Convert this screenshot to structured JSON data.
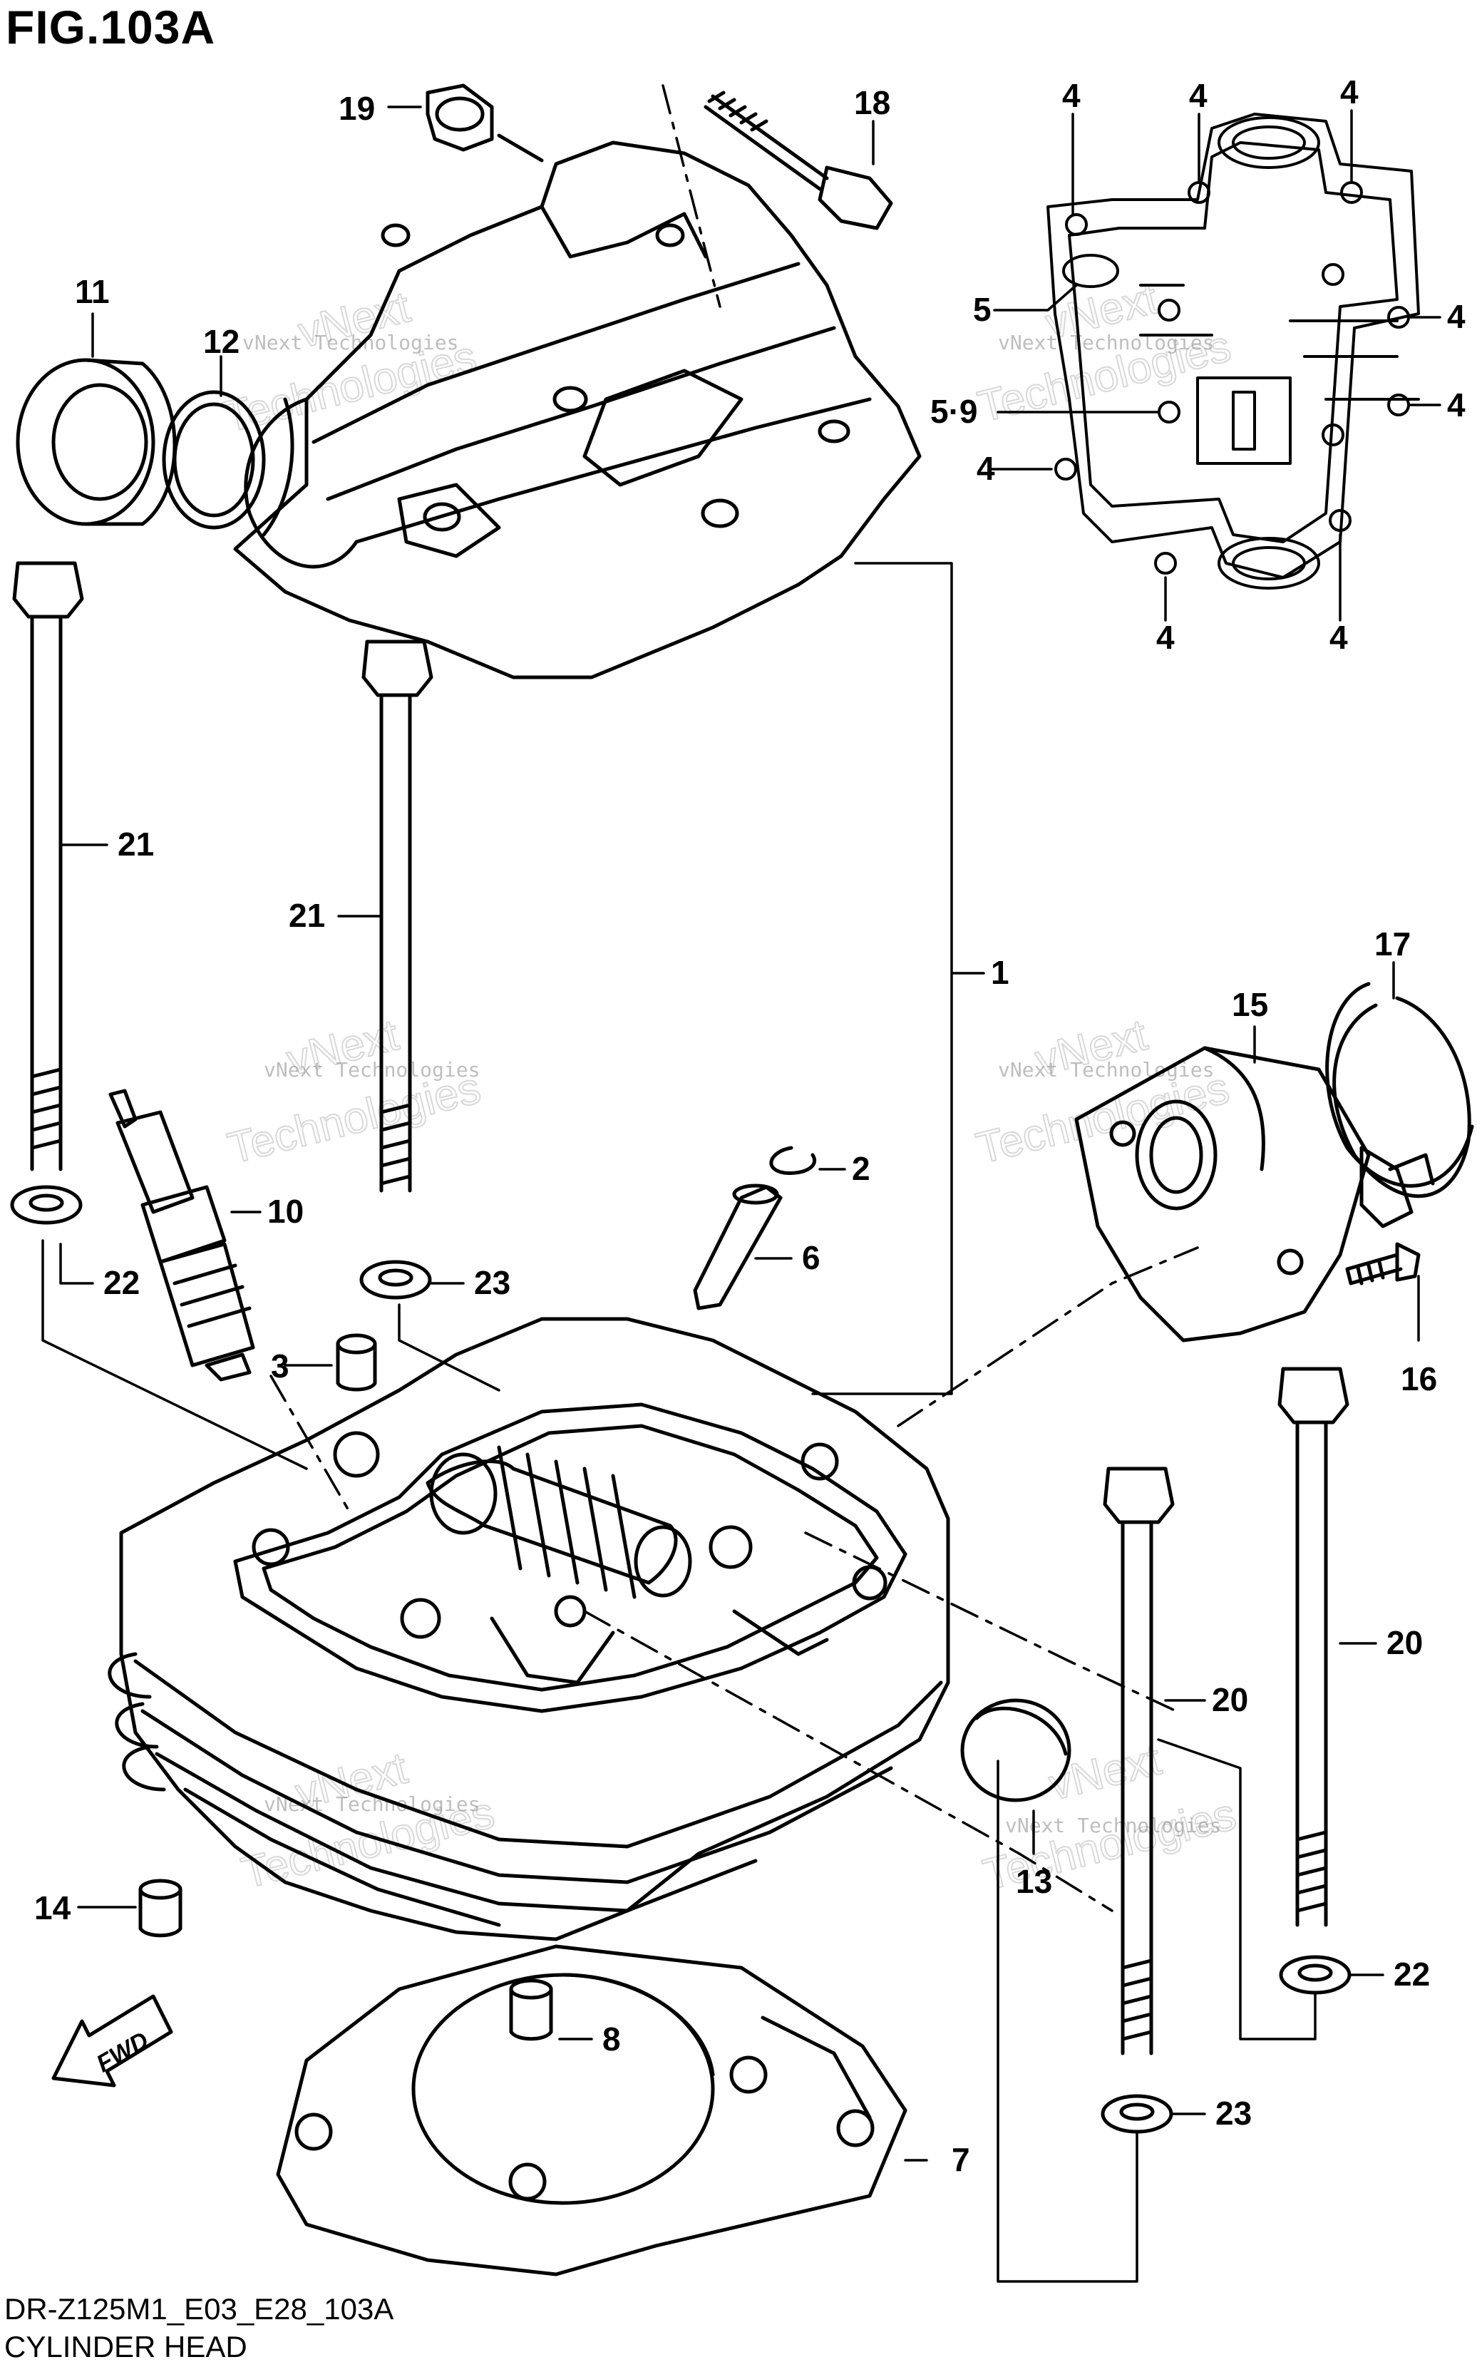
{
  "title": "FIG.103A",
  "footer": {
    "code": "DR-Z125M1_E03_E28_103A",
    "name": "CYLINDER HEAD"
  },
  "watermark": {
    "line1": "vNext Technologies",
    "line2": "vNext",
    "line3": "Technologies"
  },
  "callouts": {
    "c1": "1",
    "c2": "2",
    "c3": "3",
    "c4a": "4",
    "c4b": "4",
    "c4c": "4",
    "c4d": "4",
    "c4e": "4",
    "c4f": "4",
    "c4g": "4",
    "c4h": "4",
    "c5": "5",
    "c59": "5·9",
    "c6": "6",
    "c7": "7",
    "c8": "8",
    "c10": "10",
    "c11": "11",
    "c12": "12",
    "c13": "13",
    "c14": "14",
    "c15": "15",
    "c16": "16",
    "c17": "17",
    "c18": "18",
    "c19": "19",
    "c20a": "20",
    "c20b": "20",
    "c21a": "21",
    "c21b": "21",
    "c22a": "22",
    "c22b": "22",
    "c23a": "23",
    "c23b": "23"
  },
  "fwd_label": "FWD"
}
